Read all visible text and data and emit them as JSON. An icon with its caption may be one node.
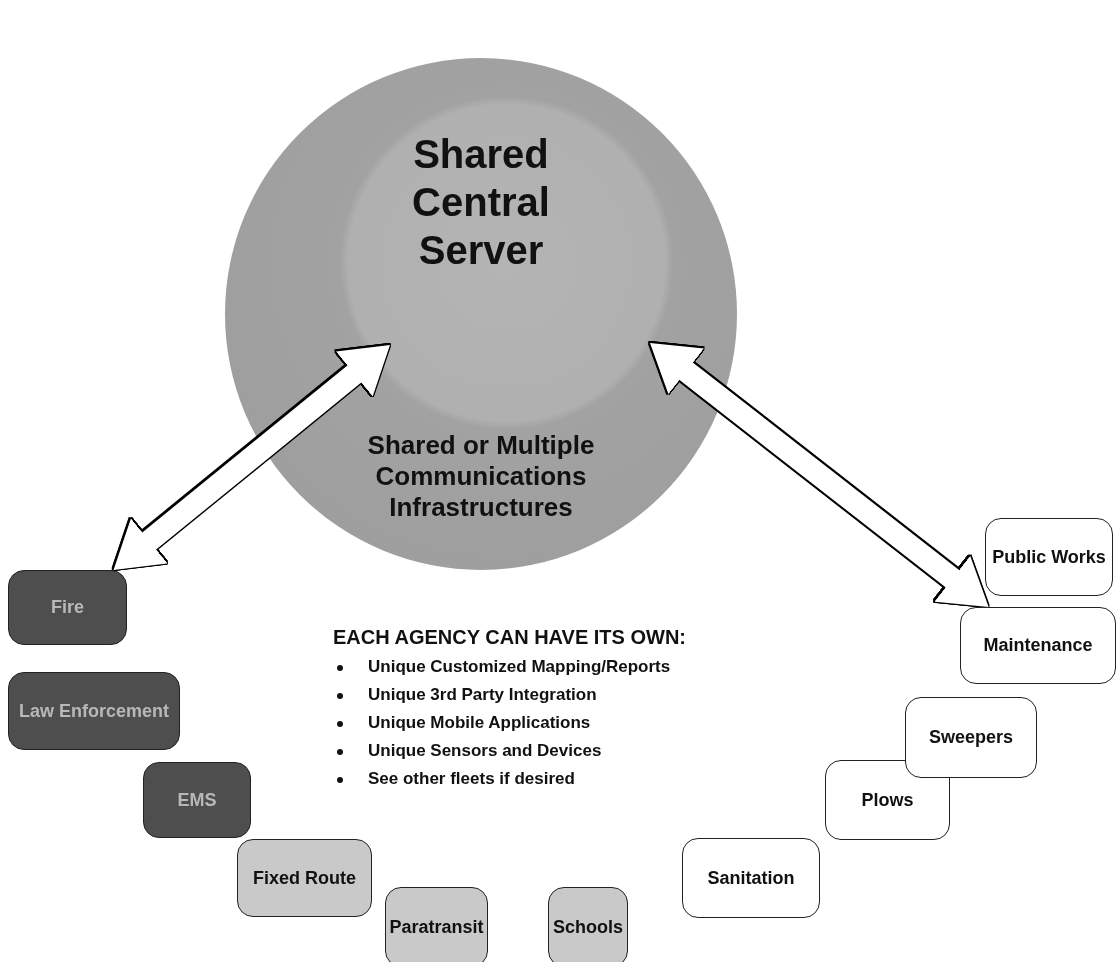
{
  "diagram": {
    "nodes": [
      {
        "text": [
          "Shared Central Server",
          "Shared or Multiple Communications Infrastructures"
        ]
      },
      {
        "text": [
          "Fire"
        ]
      },
      {
        "text": [
          "Law Enforcement"
        ]
      },
      {
        "text": [
          "EMS"
        ]
      },
      {
        "text": [
          "Fixed Route"
        ]
      },
      {
        "text": [
          "Paratransit"
        ]
      },
      {
        "text": [
          "Schools"
        ]
      },
      {
        "text": [
          "Sanitation"
        ]
      },
      {
        "text": [
          "Plows"
        ]
      },
      {
        "text": [
          "Sweepers"
        ]
      },
      {
        "text": [
          "Maintenance"
        ]
      },
      {
        "text": [
          "Public Works"
        ]
      }
    ],
    "edges": [
      {
        "from": 0,
        "to": 1,
        "arrow": "both"
      },
      {
        "from": 0,
        "to": 10,
        "arrow": "both"
      }
    ],
    "labels": [
      "EACH AGENCY CAN HAVE ITS OWN:",
      "Unique Customized Mapping/Reports",
      "Unique 3rd Party Integration",
      "Unique Mobile Applications",
      "Unique Sensors and Devices",
      "See other fleets if desired"
    ]
  }
}
